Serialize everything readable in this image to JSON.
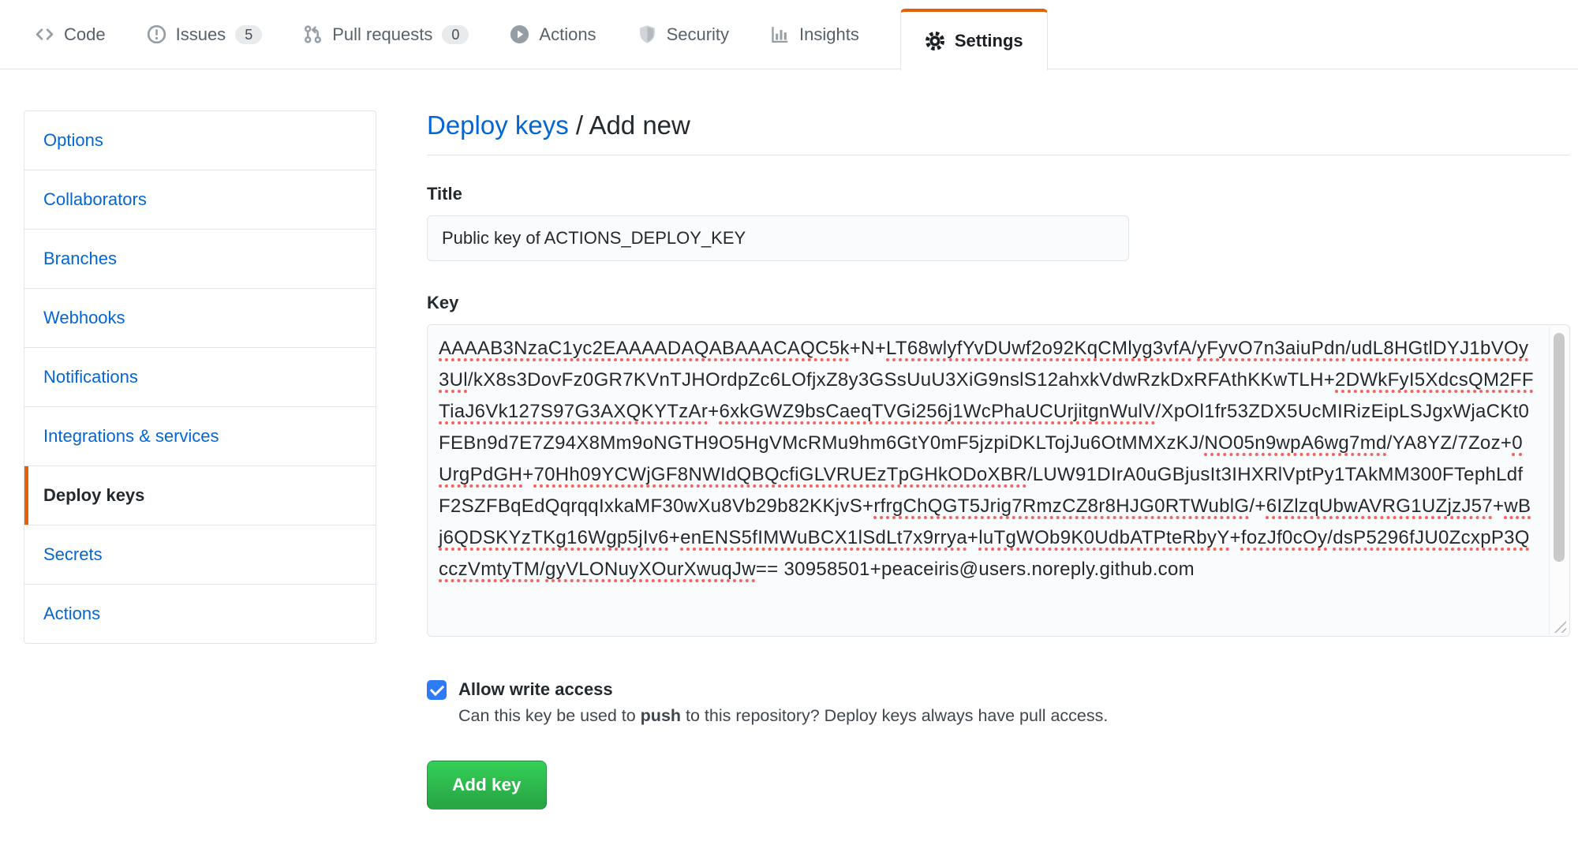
{
  "nav": {
    "tabs": [
      {
        "label": "Code",
        "icon": "code-icon"
      },
      {
        "label": "Issues",
        "icon": "issue-opened-icon",
        "badge": "5"
      },
      {
        "label": "Pull requests",
        "icon": "git-pull-request-icon",
        "badge": "0"
      },
      {
        "label": "Actions",
        "icon": "play-icon"
      },
      {
        "label": "Security",
        "icon": "shield-icon"
      },
      {
        "label": "Insights",
        "icon": "graph-icon"
      },
      {
        "label": "Settings",
        "icon": "gear-icon",
        "active": true
      }
    ]
  },
  "sidebar": {
    "items": [
      {
        "label": "Options"
      },
      {
        "label": "Collaborators"
      },
      {
        "label": "Branches"
      },
      {
        "label": "Webhooks"
      },
      {
        "label": "Notifications"
      },
      {
        "label": "Integrations & services"
      },
      {
        "label": "Deploy keys",
        "active": true
      },
      {
        "label": "Secrets"
      },
      {
        "label": "Actions"
      }
    ]
  },
  "main": {
    "breadcrumb": {
      "parent": "Deploy keys",
      "separator": " / ",
      "current": "Add new"
    },
    "form": {
      "title_label": "Title",
      "title_value": "Public key of ACTIONS_DEPLOY_KEY",
      "key_label": "Key",
      "key_segments": [
        {
          "t": "AAAAB3NzaC1yc2EAAAADAQABAAACAQC5k",
          "u": true
        },
        {
          "t": "+N+",
          "u": false
        },
        {
          "t": "LT68wlyfYvDUwf2o92KqCMlyg3vfA",
          "u": true
        },
        {
          "t": "/",
          "u": false
        },
        {
          "t": "yFyvO7n3aiuPdn",
          "u": true
        },
        {
          "t": "/",
          "u": false
        },
        {
          "t": "udL8HGtlDYJ1bVOy3Ul",
          "u": true
        },
        {
          "t": "/kX8s3DovFz0GR7KVnTJHOrdpZc6LOfjxZ8y3GSsUuU3XiG9nslS12ahxkVdwRzkDxRFAthKKwTLH+",
          "u": false
        },
        {
          "t": "2DWkFyI5XdcsQM2FFTiaJ6Vk127S97G3AXQKYTzAr",
          "u": true
        },
        {
          "t": "+",
          "u": false
        },
        {
          "t": "6xkGWZ9bsCaeqTVGi256j1WcPhaUCUrjitgnWulV",
          "u": true
        },
        {
          "t": "/XpOl1fr53ZDX5UcMIRizEipLSJgxWjaCKt0FEBn9d7E7Z94X8Mm9oNGTH9O5HgVMcRMu9hm6GtY0mF5jzpiDKLTojJu6OtMMXzKJ/",
          "u": false
        },
        {
          "t": "NO05n9wpA6wg7md",
          "u": true
        },
        {
          "t": "/YA8YZ/7Zoz+",
          "u": false
        },
        {
          "t": "0UrgPdGH",
          "u": true
        },
        {
          "t": "+",
          "u": false
        },
        {
          "t": "70Hh09YCWjGF8NWIdQBQcfiGLVRUEzTpGHkODoXBR",
          "u": true
        },
        {
          "t": "/LUW91DIrA0uGBjusIt3IHXRlVptPy1TAkMM300FTephLdfF2SZFBqEdQqrqqIxkaMF30wXu8Vb29b82KKjvS+",
          "u": false
        },
        {
          "t": "rfrgChQGT5Jrig7RmzCZ8r8HJG0RTWublG",
          "u": true
        },
        {
          "t": "/+",
          "u": false
        },
        {
          "t": "6IZlzqUbwAVRG1UZjzJ57",
          "u": true
        },
        {
          "t": "+",
          "u": false
        },
        {
          "t": "wBj6QDSKYzTKg16Wgp5jIv6",
          "u": true
        },
        {
          "t": "+",
          "u": false
        },
        {
          "t": "enENS5fIMWuBCX1lSdLt7x9rrya",
          "u": true
        },
        {
          "t": "+",
          "u": false
        },
        {
          "t": "luTgWOb9K0UdbATPteRbyY",
          "u": true
        },
        {
          "t": "+",
          "u": false
        },
        {
          "t": "fozJf0cOy",
          "u": true
        },
        {
          "t": "/",
          "u": false
        },
        {
          "t": "dsP5296fJU0ZcxpP3QcczVmtyTM",
          "u": true
        },
        {
          "t": "/",
          "u": false
        },
        {
          "t": "gyVLONuyXOurXwuqJw",
          "u": true
        },
        {
          "t": "== 30958501+peaceiris@users.noreply.github.com",
          "u": false
        }
      ],
      "allow_write": {
        "checked": true,
        "label": "Allow write access",
        "note_prefix": "Can this key be used to ",
        "note_bold": "push",
        "note_suffix": " to this repository? Deploy keys always have pull access."
      },
      "submit_label": "Add key"
    }
  },
  "colors": {
    "tab_active_accent": "#e36209",
    "sidebar_active_accent": "#e36209",
    "link_blue": "#0366d6",
    "button_green": "#28a745",
    "checkbox_blue": "#2f7bf6",
    "spellcheck_red": "#f4645f",
    "input_background": "#fafbfc",
    "border": "#e1e4e8"
  }
}
